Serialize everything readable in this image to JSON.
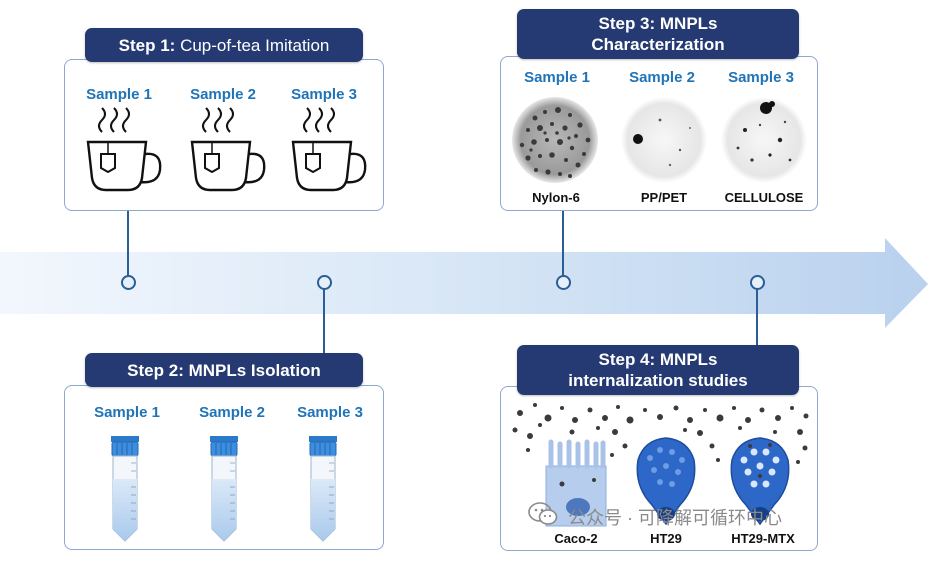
{
  "step1": {
    "title_bold": "Step 1:",
    "title_rest": "Cup-of-tea Imitation",
    "samples": [
      "Sample 1",
      "Sample 2",
      "Sample 3"
    ]
  },
  "step2": {
    "title": "Step 2: MNPLs Isolation",
    "samples": [
      "Sample 1",
      "Sample 2",
      "Sample 3"
    ]
  },
  "step3": {
    "title_line1": "Step 3: MNPLs",
    "title_line2": "Characterization",
    "samples": [
      "Sample 1",
      "Sample 2",
      "Sample 3"
    ],
    "materials": [
      "Nylon-6",
      "PP/PET",
      "CELLULOSE"
    ]
  },
  "step4": {
    "title_line1": "Step 4: MNPLs",
    "title_line2": "internalization studies",
    "cells": [
      "Caco-2",
      "HT29",
      "HT29-MTX"
    ]
  },
  "watermark": "公众号 · 可降解可循环中心",
  "colors": {
    "title_bg": "#253a73",
    "sample_text": "#1f74b8",
    "frame": "#8fa8cf",
    "arrow": "#c7dbf1",
    "connector": "#2b5d97"
  }
}
